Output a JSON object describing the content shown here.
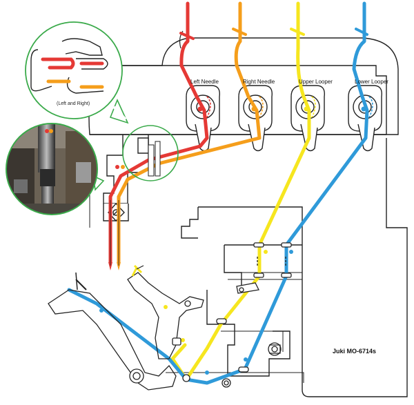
{
  "diagram": {
    "model_label": "Juki MO-6714s",
    "callout_label": "(Left and Right)",
    "colors": {
      "left_needle": "#e53935",
      "right_needle": "#f59e1b",
      "upper_looper": "#f6e61f",
      "lower_looper": "#2f9ad9",
      "outline": "#222222",
      "callout_ring": "#3aaa4a"
    },
    "threads": [
      {
        "key": "left_needle",
        "label": "Left Needle"
      },
      {
        "key": "right_needle",
        "label": "Right Needle"
      },
      {
        "key": "upper_looper",
        "label": "Upper Looper"
      },
      {
        "key": "lower_looper",
        "label": "Lower Looper"
      }
    ]
  }
}
